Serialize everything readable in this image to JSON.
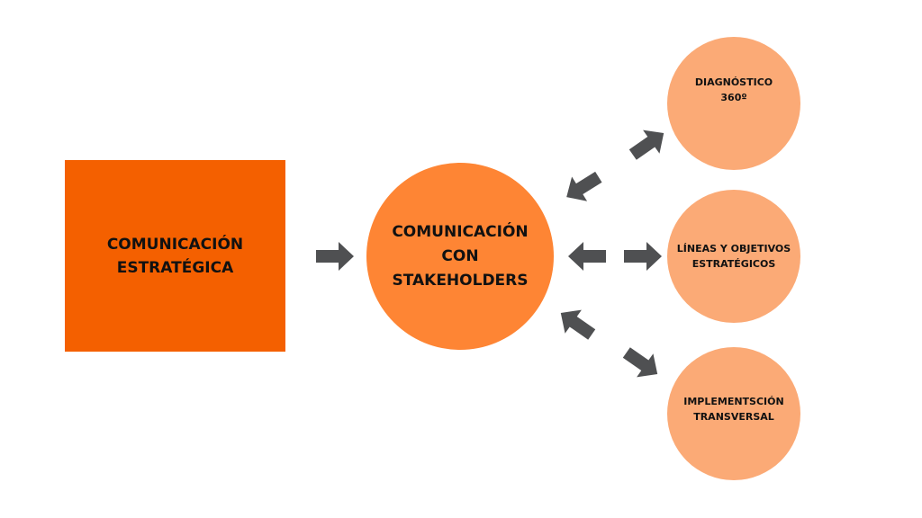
{
  "nodes": {
    "strategic": "COMUNICACIÓN\nESTRATÉGICA",
    "stakeholders": "COMUNICACIÓN\nCON\nSTAKEHOLDERS",
    "diagnostic": "DIAGNÓSTICO\n360º",
    "lines": "LÍNEAS Y OBJETIVOS\nESTRATÉGICOS",
    "implementation": "IMPLEMENTSCIÓN\nTRANSVERSAL"
  },
  "colors": {
    "square": "#f46000",
    "center": "#fe8534",
    "satellite": "#fbaa76",
    "arrow": "#4f5052"
  }
}
